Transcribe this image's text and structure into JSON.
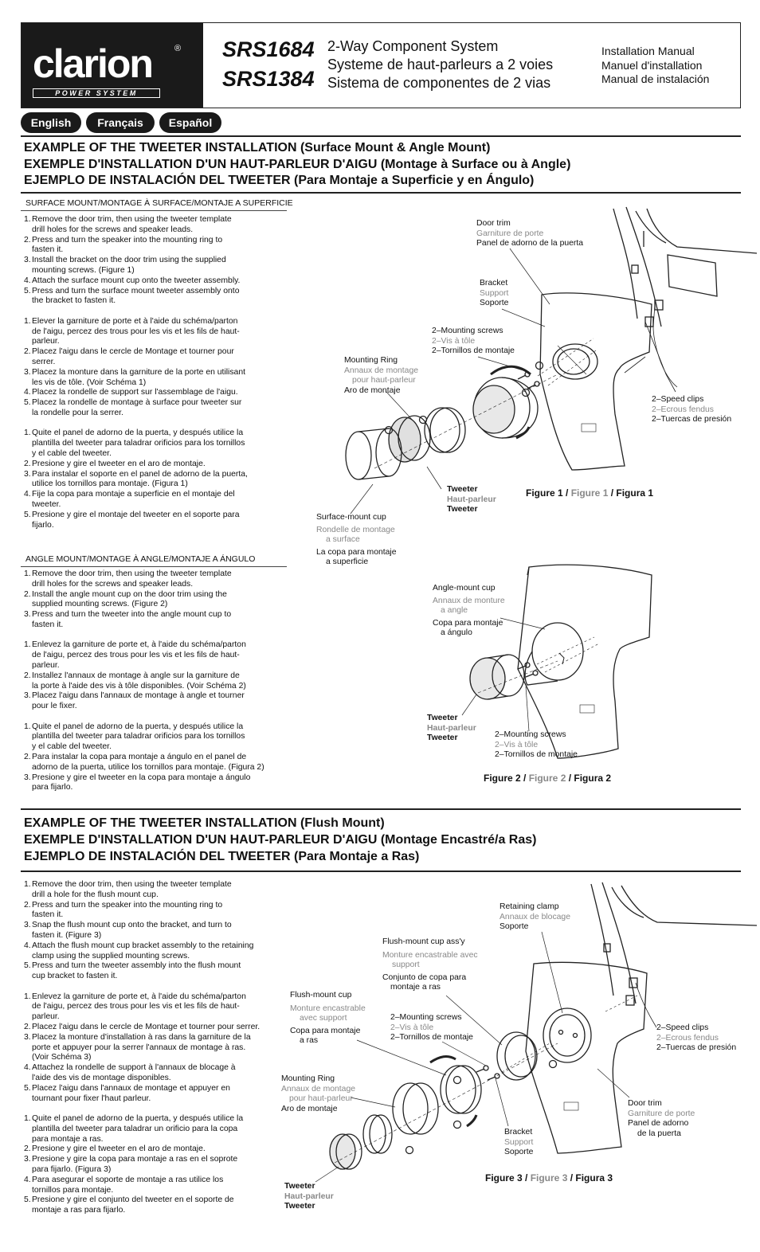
{
  "header": {
    "logo": "clarion",
    "logo_sub": "POWER SYSTEM",
    "models": [
      "SRS1684",
      "SRS1384"
    ],
    "product_lines": [
      "2-Way Component System",
      "Systeme de haut-parleurs a 2 voies",
      "Sistema de componentes de 2 vias"
    ],
    "manual_lines": [
      "Installation Manual",
      "Manuel d'installation",
      "Manual de instalación"
    ]
  },
  "languages": [
    "English",
    "Français",
    "Español"
  ],
  "section1": {
    "titles": [
      {
        "main": "EXAMPLE OF THE TWEETER INSTALLATION",
        "paren": " (Surface Mount & Angle Mount)"
      },
      {
        "main": "EXEMPLE D'INSTALLATION D'UN HAUT-PARLEUR D'AIGU",
        "paren": " (Montage à Surface ou à Angle)"
      },
      {
        "main": "EJEMPLO DE INSTALACIÓN DEL TWEETER",
        "paren": " (Para Montaje a Superficie y en Ángulo)"
      }
    ],
    "surface_heading": "SURFACE MOUNT/MONTAGE À SURFACE/MONTAJE A SUPERFICIE",
    "surface_steps": [
      [
        [
          "1.",
          "Remove the door trim, then using the tweeter template",
          "drill holes for the screws and speaker leads."
        ],
        [
          "2.",
          "Press and turn the speaker into the mounting ring to",
          "fasten it."
        ],
        [
          "3.",
          "Install the bracket on the door trim using the supplied",
          "mounting screws. (Figure 1)"
        ],
        [
          "4.",
          "Attach the surface mount cup onto the tweeter assembly."
        ],
        [
          "5.",
          "Press and turn the surface mount tweeter assembly onto",
          "the bracket to fasten it."
        ]
      ],
      [
        [
          "1.",
          "Elever la garniture de porte et à l'aide du schéma/parton",
          "de l'aigu, percez des trous pour les vis et les fils de haut-",
          "parleur."
        ],
        [
          "2.",
          "Placez l'aigu dans le cercle de Montage et tourner pour",
          "serrer."
        ],
        [
          "3.",
          "Placez la monture dans la garniture de la porte en utilisant",
          "les vis de tôle. (Voir Schéma 1)"
        ],
        [
          "4.",
          "Placez la rondelle de support sur l'assemblage de l'aigu."
        ],
        [
          "5.",
          "Placez la rondelle de montage à surface pour tweeter sur",
          "la rondelle pour la serrer."
        ]
      ],
      [
        [
          "1.",
          "Quite el panel de adorno de la puerta, y después utilice la",
          "plantilla del tweeter para taladrar orificios para los tornillos",
          "y el cable del tweeter."
        ],
        [
          "2.",
          "Presione y gire el tweeter en el aro de montaje."
        ],
        [
          "3.",
          "Para instalar el soporte en el panel de adorno de la puerta,",
          "utilice los tornillos para montaje. (Figura 1)"
        ],
        [
          "4.",
          "Fije la copa para montaje a superficie en el montaje del",
          "tweeter."
        ],
        [
          "5.",
          "Presione y gire el montaje del tweeter en el soporte para",
          "fijarlo."
        ]
      ]
    ],
    "angle_heading": "ANGLE MOUNT/MONTAGE À ANGLE/MONTAJE A ÁNGULO",
    "angle_steps": [
      [
        [
          "1.",
          "Remove the door trim, then using the tweeter template",
          "drill holes for the screws and speaker leads."
        ],
        [
          "2.",
          "Install the angle mount cup on the door trim using the",
          "supplied mounting screws. (Figure 2)"
        ],
        [
          "3.",
          "Press and turn the tweeter into the angle mount cup to",
          "fasten it."
        ]
      ],
      [
        [
          "1.",
          "Enlevez la garniture de porte et, à l'aide du schéma/parton",
          "de l'aigu, percez des trous pour les vis et les fils de haut-",
          "parleur."
        ],
        [
          "2.",
          "Installez l'annaux de montage à angle sur la garniture de",
          "la porte à l'aide des vis à tôle disponibles. (Voir Schéma 2)"
        ],
        [
          "3.",
          "Placez l'aigu dans l'annaux de montage à angle et tourner",
          "pour le fixer."
        ]
      ],
      [
        [
          "1.",
          "Quite el panel de adorno de la puerta, y después utilice la",
          "plantilla del tweeter para taladrar orificios para los tornillos",
          "y el cable del tweeter."
        ],
        [
          "2.",
          "Para instalar la copa para montaje a ángulo en el panel de",
          "adorno de la puerta, utilice los tornillos para montaje. (Figura 2)"
        ],
        [
          "3.",
          "Presione y gire el tweeter en la copa para montaje a ángulo",
          "para fijarlo."
        ]
      ]
    ],
    "fig1": {
      "door_trim": [
        "Door trim",
        "Garniture de porte",
        "Panel de adorno de la puerta"
      ],
      "bracket": [
        "Bracket",
        "Support",
        "Soporte"
      ],
      "screws": [
        "2–Mounting screws",
        "2–Vis à tôle",
        "2–Tornillos de montaje"
      ],
      "ring": [
        "Mounting Ring",
        "Annaux de montage",
        "pour haut-parleur",
        "Aro de montaje"
      ],
      "clips": [
        "2–Speed clips",
        "2–Ecrous fendus",
        "2–Tuercas de presión"
      ],
      "tweeter": [
        "Tweeter",
        "Haut-parleur",
        "Tweeter"
      ],
      "cup": [
        "Surface-mount cup",
        "Rondelle de montage",
        "a surface",
        "La copa para montaje",
        "a superficie"
      ],
      "caption": [
        "Figure 1 / ",
        "Figure 1",
        " / Figura 1"
      ]
    },
    "fig2": {
      "cup": [
        "Angle-mount cup",
        "Annaux de monture",
        "a angle",
        "Copa para montaje",
        "a ángulo"
      ],
      "tweeter": [
        "Tweeter",
        "Haut-parleur",
        "Tweeter"
      ],
      "screws": [
        "2–Mounting screws",
        "2–Vis à tôle",
        "2–Tornillos de montaje"
      ],
      "caption": [
        "Figure 2 / ",
        "Figure 2",
        " / Figura 2"
      ]
    }
  },
  "section2": {
    "titles": [
      {
        "main": "EXAMPLE OF THE TWEETER INSTALLATION",
        "paren": " (Flush Mount)"
      },
      {
        "main": "EXEMPLE D'INSTALLATION D'UN HAUT-PARLEUR D'AIGU",
        "paren": " (Montage Encastré/a Ras)"
      },
      {
        "main": "EJEMPLO DE INSTALACIÓN DEL TWEETER",
        "paren": " (Para Montaje a Ras)"
      }
    ],
    "flush_steps": [
      [
        [
          "1.",
          "Remove the door trim, then using the tweeter template",
          "drill a hole for the flush mount cup."
        ],
        [
          "2.",
          "Press and turn the speaker into the mounting ring to",
          "fasten it."
        ],
        [
          "3.",
          "Snap the flush mount cup onto the bracket, and turn to",
          "fasten it. (Figure 3)"
        ],
        [
          "4.",
          "Attach the flush mount cup bracket assembly to the retaining",
          "clamp using the supplied mounting screws."
        ],
        [
          "5.",
          "Press and turn the tweeter assembly into the flush mount",
          "cup bracket to fasten it."
        ]
      ],
      [
        [
          "1.",
          "Enlevez la garniture de porte et, à l'aide du schéma/parton",
          "de l'aigu, percez des trous pour les vis et les fils de haut-",
          "parleur."
        ],
        [
          "2.",
          "Placez l'aigu dans le cercle de Montage et tourner pour serrer."
        ],
        [
          "3.",
          "Placez la monture d'installation à ras dans la garniture de la",
          "porte et appuyer pour la serrer l'annaux de montage à ras.",
          "(Voir Schéma 3)"
        ],
        [
          "4.",
          "Attachez la rondelle de support à l'annaux de blocage à",
          "l'aide des vis de montage disponibles."
        ],
        [
          "5.",
          "Placez l'aigu dans l'annaux de montage et appuyer en",
          "tournant pour fixer l'haut parleur."
        ]
      ],
      [
        [
          "1.",
          "Quite el panel de adorno de la puerta, y después utilice la",
          "plantilla del tweeter para taladrar un orificio para la copa",
          "para montaje a ras."
        ],
        [
          "2.",
          "Presione y gire el tweeter en el aro de montaje."
        ],
        [
          "3.",
          "Presione y gire la copa para montaje a ras en el soprote",
          "para fijarlo. (Figura 3)"
        ],
        [
          "4.",
          "Para asegurar el soporte de montaje a ras utilice los",
          "tornillos para montaje."
        ],
        [
          "5.",
          "Presione y gire el conjunto del tweeter en el soporte de",
          "montaje a ras para fijarlo."
        ]
      ]
    ],
    "fig3": {
      "clamp": [
        "Retaining clamp",
        "Annaux de blocage",
        "Soporte"
      ],
      "cup_assy": [
        "Flush-mount cup ass'y",
        "Monture encastrable avec",
        "support",
        "Conjunto de copa para",
        "montaje a ras"
      ],
      "cup": [
        "Flush-mount cup",
        "Monture encastrable",
        "avec support",
        "Copa para montaje",
        "a ras"
      ],
      "screws": [
        "2–Mounting screws",
        "2–Vis à tôle",
        "2–Tornillos de montaje"
      ],
      "clips": [
        "2–Speed clips",
        "2–Ecrous fendus",
        "2–Tuercas de presión"
      ],
      "ring": [
        "Mounting Ring",
        "Annaux de montage",
        "pour haut-parleur",
        "Aro de montaje"
      ],
      "door_trim": [
        "Door trim",
        "Garniture de porte",
        "Panel de adorno",
        "de la puerta"
      ],
      "bracket": [
        "Bracket",
        "Support",
        "Soporte"
      ],
      "tweeter": [
        "Tweeter",
        "Haut-parleur",
        "Tweeter"
      ],
      "caption": [
        "Figure 3 / ",
        "Figure 3",
        " / Figura 3"
      ]
    },
    "step_markers": [
      "1",
      "2",
      "3",
      "4",
      "5"
    ]
  }
}
